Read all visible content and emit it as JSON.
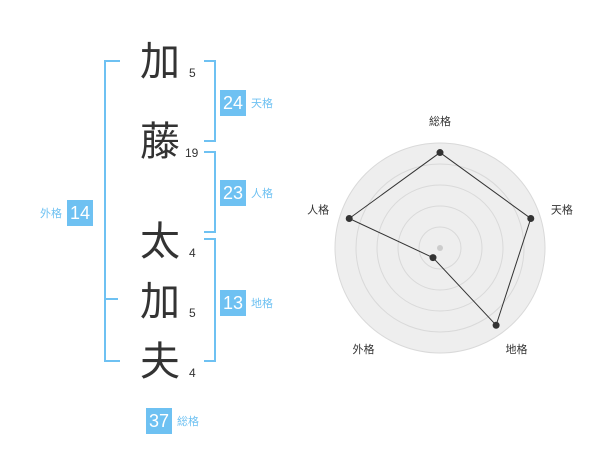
{
  "name_chars": [
    {
      "char": "加",
      "strokes": "5"
    },
    {
      "char": "藤",
      "strokes": "19"
    },
    {
      "char": "太",
      "strokes": "4"
    },
    {
      "char": "加",
      "strokes": "5"
    },
    {
      "char": "夫",
      "strokes": "4"
    }
  ],
  "kaku": {
    "tenkaku": {
      "value": "24",
      "label": "天格"
    },
    "jinkaku": {
      "value": "23",
      "label": "人格"
    },
    "chikaku": {
      "value": "13",
      "label": "地格"
    },
    "gaikaku": {
      "value": "14",
      "label": "外格"
    },
    "soukaku": {
      "value": "37",
      "label": "総格"
    }
  },
  "colors": {
    "accent": "#6ec1f2",
    "text": "#333333",
    "grid": "#d9d9d9",
    "fill": "#eeeeee"
  },
  "chart_data": {
    "type": "radar",
    "axes": [
      "総格",
      "天格",
      "地格",
      "外格",
      "人格"
    ],
    "values": [
      4,
      4,
      4,
      0.5,
      4
    ],
    "max": 4.4,
    "rings": 5
  }
}
